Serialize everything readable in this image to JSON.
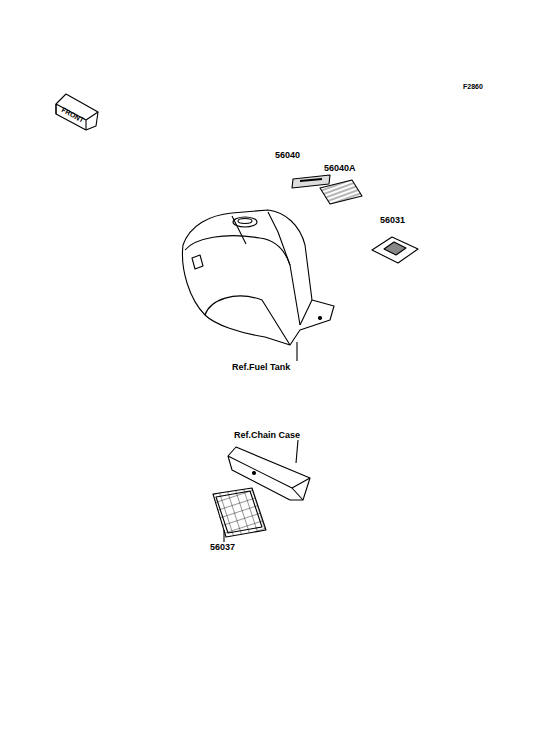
{
  "diagram": {
    "labels": [
      "F2860",
      "FRONT",
      "56040",
      "56040A",
      "56031",
      "Ref.Fuel Tank",
      "Ref.Chain Case",
      "56037"
    ]
  }
}
